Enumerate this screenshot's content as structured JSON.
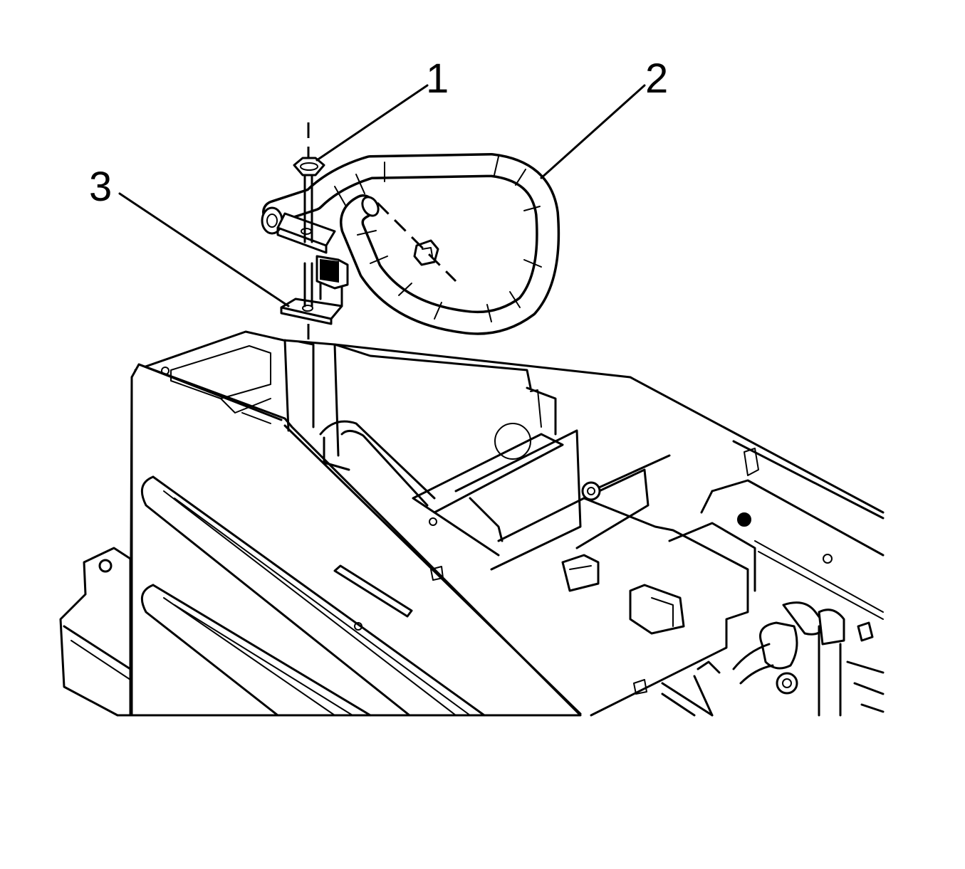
{
  "callouts": [
    {
      "label": "1",
      "part": "nut"
    },
    {
      "label": "2",
      "part": "hose"
    },
    {
      "label": "3",
      "part": "bracket"
    }
  ],
  "colors": {
    "line": "#000000",
    "background": "#ffffff"
  }
}
